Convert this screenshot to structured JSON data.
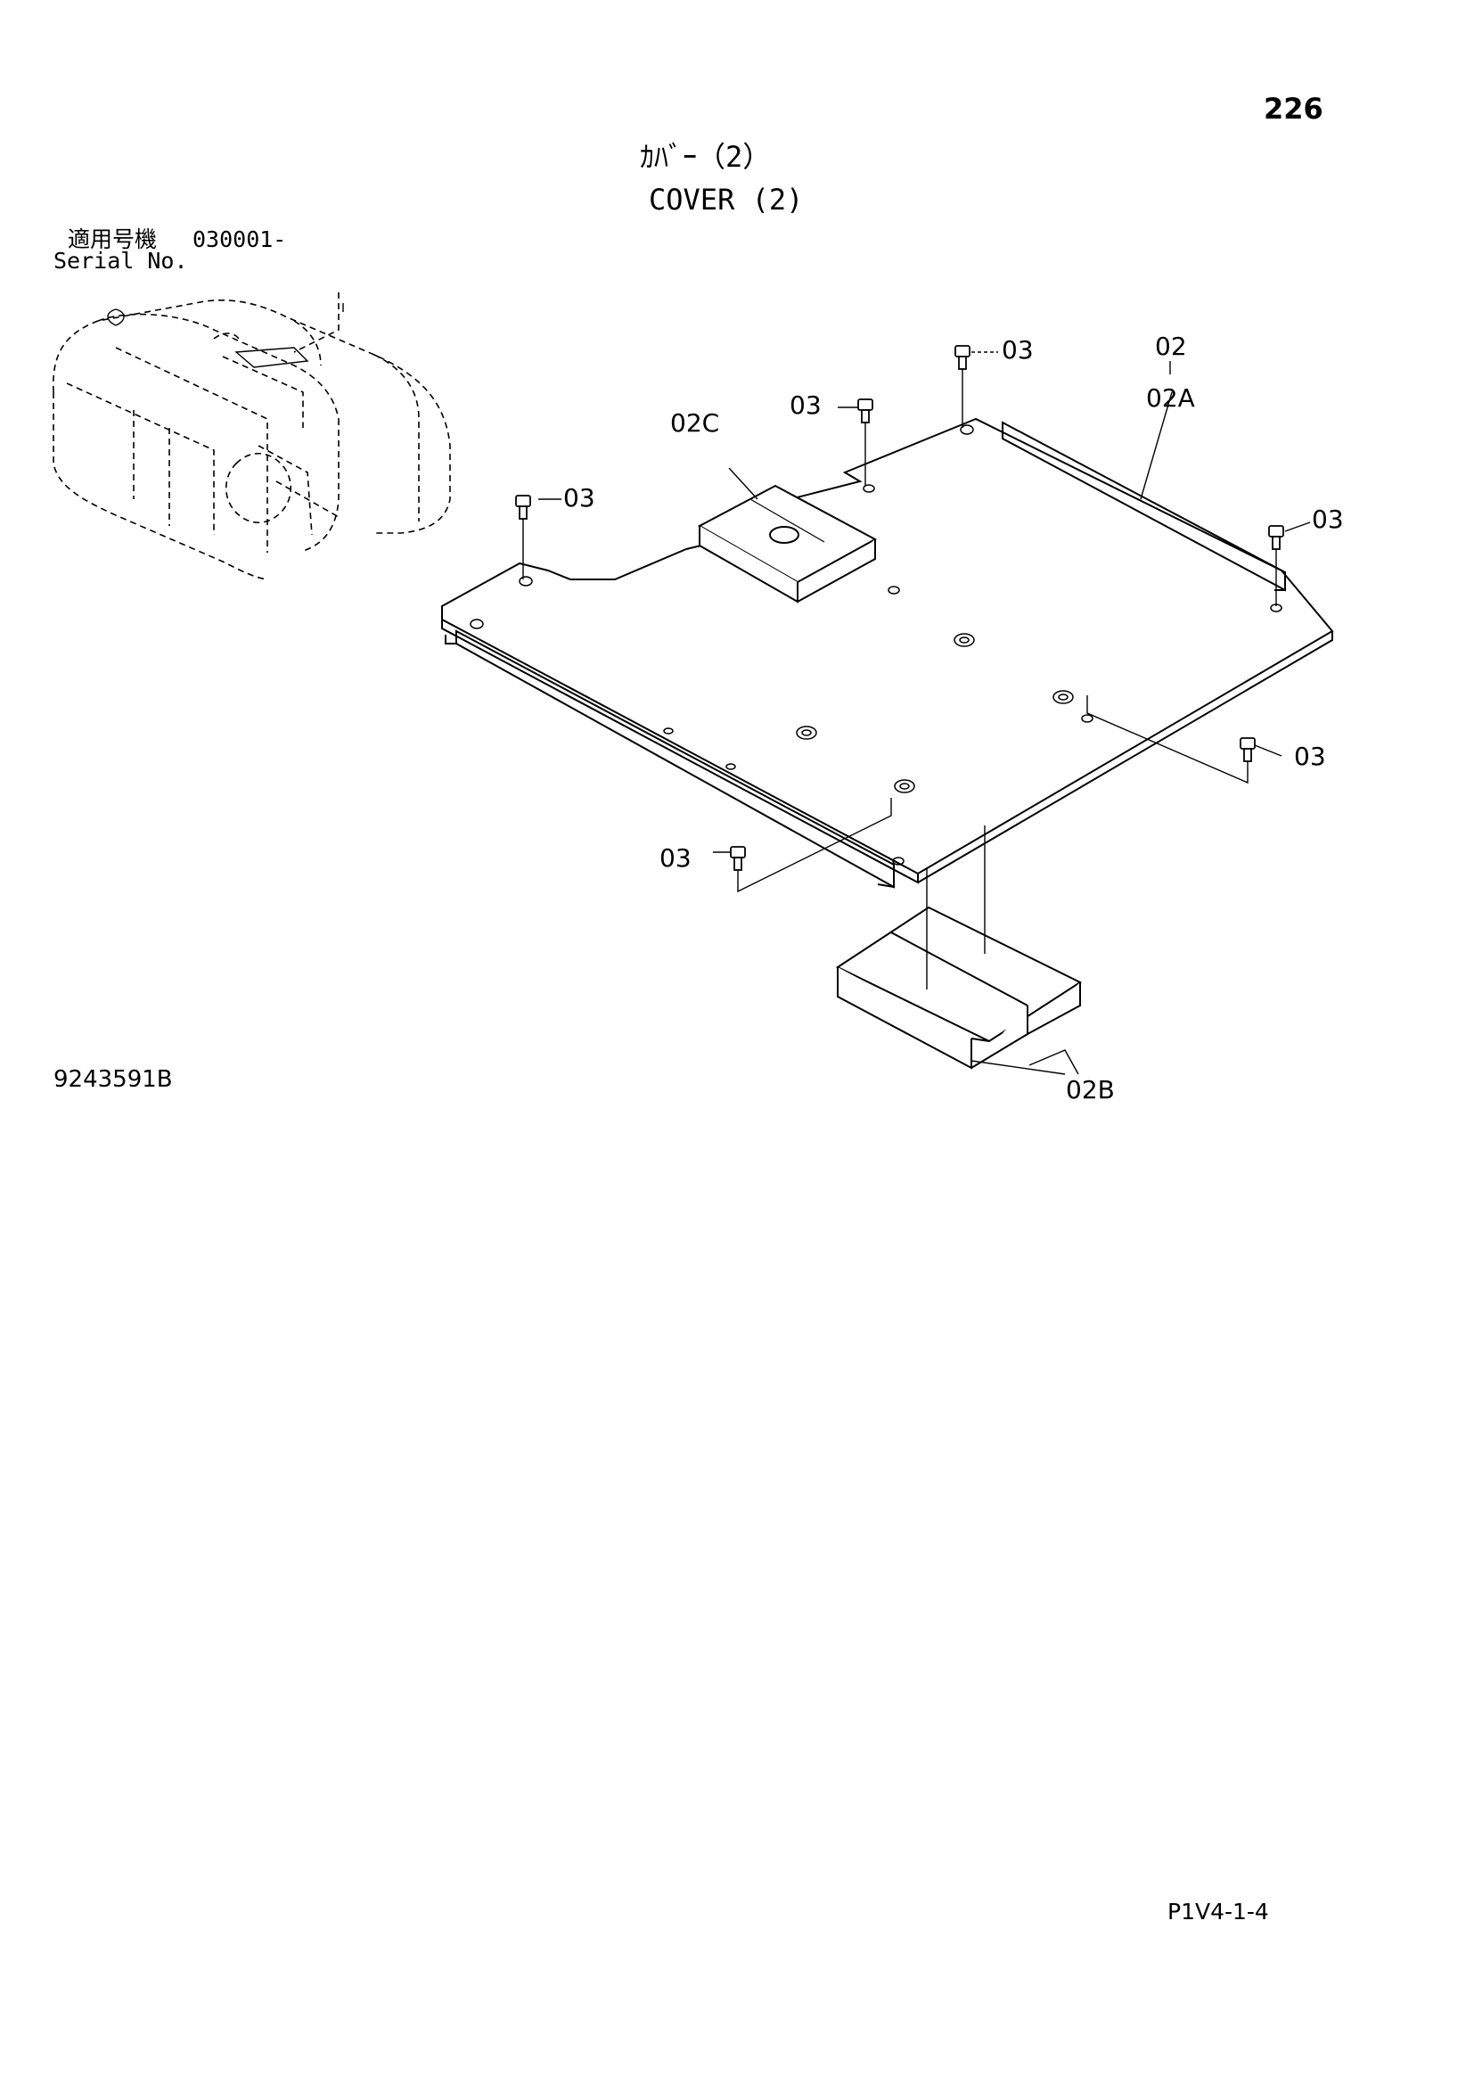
{
  "page_number": "226",
  "title_jp": "ｶﾊﾞｰ（2）",
  "title_en": "COVER (2)",
  "serial_label_jp": "適用号機",
  "serial_value": "030001-",
  "serial_label_en": "Serial No.",
  "drawing_number": "9243591B",
  "sheet_code": "P1V4-1-4",
  "callouts": {
    "c02": "02",
    "c02a": "02A",
    "c02b": "02B",
    "c02c": "02C",
    "c03": "03"
  }
}
